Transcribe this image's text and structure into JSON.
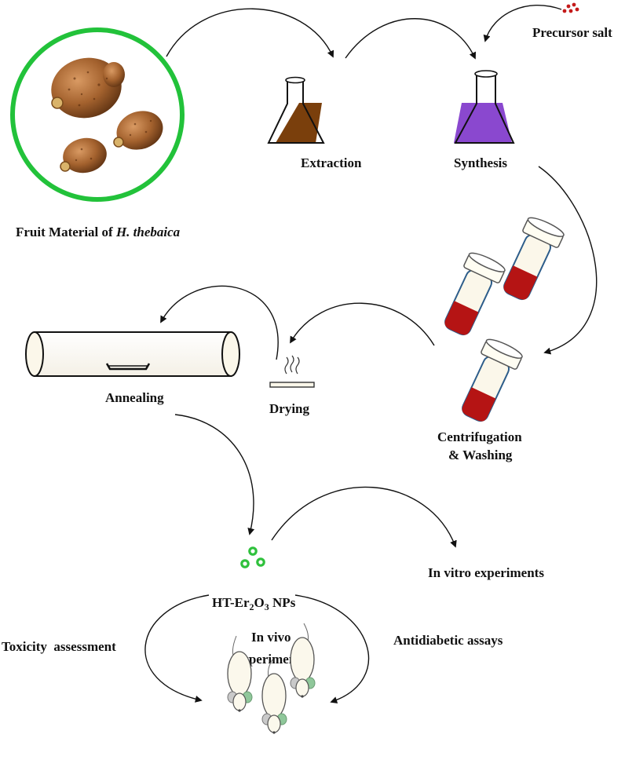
{
  "fruit_label": {
    "prefix": "Fruit Material of ",
    "species": "H. thebaica"
  },
  "steps": {
    "extraction": "Extraction",
    "synthesis": "Synthesis",
    "precursor": "Precursor salt",
    "centrifugation_line1": "Centrifugation",
    "centrifugation_line2": "& Washing",
    "drying": "Drying",
    "annealing": "Annealing"
  },
  "nanoparticles": {
    "prefix": "HT-Er",
    "sub1": "2",
    "mid": "O",
    "sub2": "3",
    "suffix": " NPs"
  },
  "outcomes": {
    "in_vitro": "In vitro experiments",
    "in_vivo_line1": "In vivo",
    "in_vivo_line2": "Experiments",
    "toxicity": "Toxicity  assessment",
    "antidiabetic": "Antidiabetic assays"
  },
  "colors": {
    "fruit_ring": "#22c23a",
    "extract": "#7a3f0c",
    "synthesis_liquid": "#8a48cf",
    "precursor_dots": "#c41a1a",
    "tube_liquid": "#b51414",
    "nanoparticle": "#2fc13c",
    "mouse_ear": "#8fc79a"
  },
  "icons": [
    "fruit-image",
    "flask-icon",
    "tube-icon",
    "furnace-tube-icon",
    "drying-dish-icon",
    "mouse-icon",
    "nanoparticle-icon"
  ]
}
